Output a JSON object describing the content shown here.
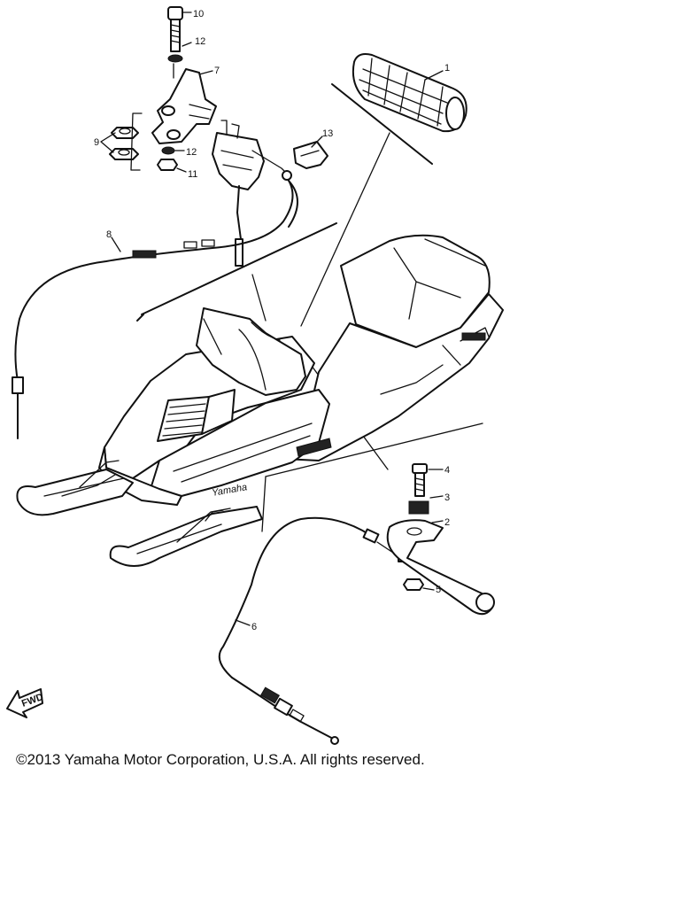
{
  "callouts": {
    "c1": "1",
    "c2": "2",
    "c3": "3",
    "c4": "4",
    "c5": "5",
    "c6": "6",
    "c7": "7",
    "c8": "8",
    "c9": "9",
    "c10": "10",
    "c11": "11",
    "c12a": "12",
    "c12b": "12",
    "c13": "13"
  },
  "badge": {
    "fwd": "FWD",
    "brand": "Yamaha"
  },
  "footer": {
    "copyright": "©2013 Yamaha Motor Corporation, U.S.A. All rights reserved."
  }
}
